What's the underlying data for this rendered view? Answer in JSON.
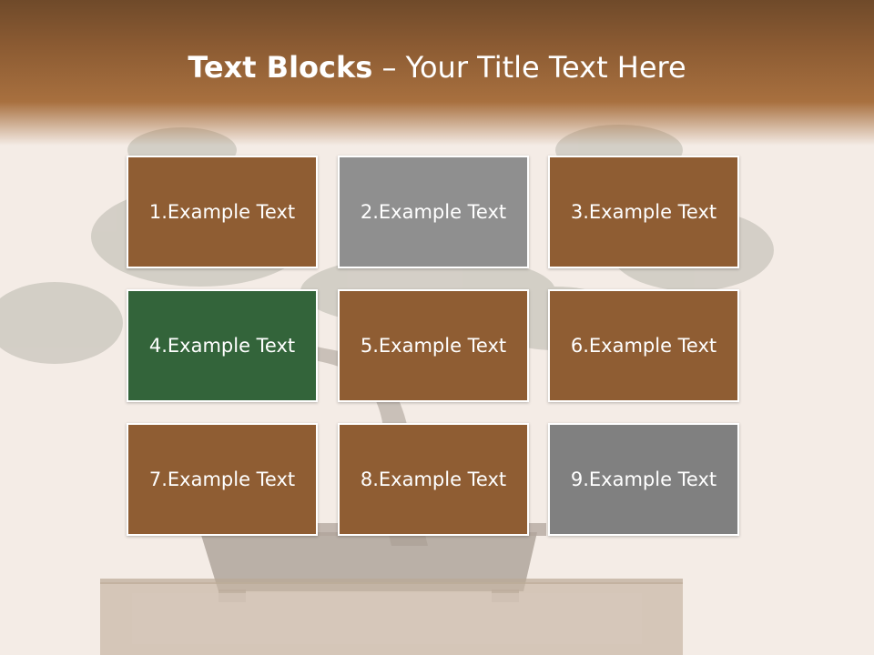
{
  "title": {
    "bold": "Text Blocks",
    "separator": " – ",
    "rest": "Your Title Text Here"
  },
  "blocks": [
    {
      "label": "1.Example Text",
      "color": "#8f5d33"
    },
    {
      "label": "2.Example Text",
      "color": "#8f8f8f"
    },
    {
      "label": "3.Example Text",
      "color": "#8f5d33"
    },
    {
      "label": "4.Example Text",
      "color": "#33643a"
    },
    {
      "label": "5.Example Text",
      "color": "#8f5d33"
    },
    {
      "label": "6.Example Text",
      "color": "#8f5d33"
    },
    {
      "label": "7.Example Text",
      "color": "#8f5d33"
    },
    {
      "label": "8.Example Text",
      "color": "#8f5d33"
    },
    {
      "label": "9.Example Text",
      "color": "#808080"
    }
  ],
  "colors": {
    "header": "#a8703f",
    "background": "#f7f1ec"
  }
}
